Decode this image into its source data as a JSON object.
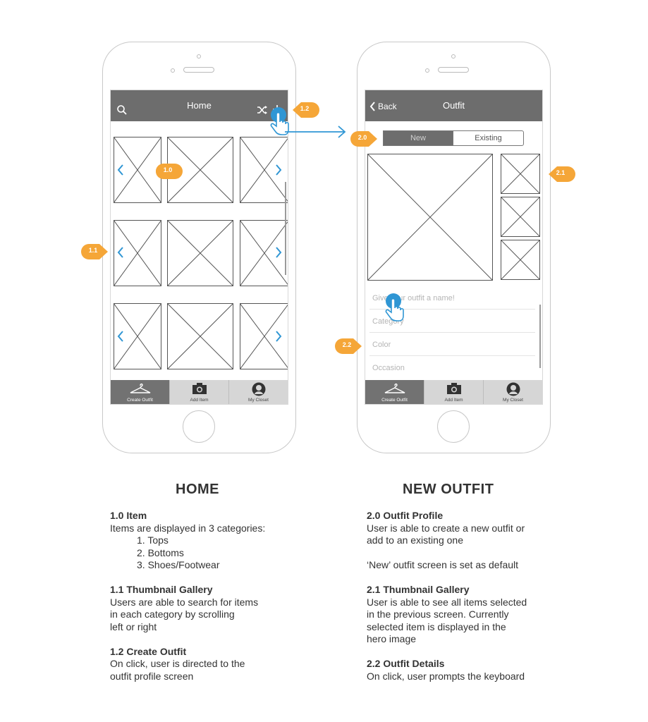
{
  "home_screen": {
    "nav_title": "Home",
    "tabs": [
      "Create Outfit",
      "Add Item",
      "My Closet"
    ]
  },
  "outfit_screen": {
    "back_label": "Back",
    "nav_title": "Outfit",
    "segments": [
      "New",
      "Existing"
    ],
    "fields": [
      "Give your outfit a name!",
      "Category",
      "Color",
      "Occasion"
    ],
    "tabs": [
      "Create Outfit",
      "Add Item",
      "My Closet"
    ]
  },
  "badges": {
    "b_1_0": "1.0",
    "b_1_1": "1.1",
    "b_1_2": "1.2",
    "b_2_0": "2.0",
    "b_2_1": "2.1",
    "b_2_2": "2.2"
  },
  "colors": {
    "badge": "#f5a638",
    "accent": "#2f96d4",
    "navbar": "#6d6d6d"
  },
  "home_desc": {
    "title": "HOME",
    "s1_head": "1.0  Item",
    "s1_text": "Items are displayed in 3 categories:",
    "s1_list": [
      "1.  Tops",
      "2.  Bottoms",
      "3.  Shoes/Footwear"
    ],
    "s2_head": "1.1  Thumbnail Gallery",
    "s2_lines": [
      "Users are able to search for items",
      "in each category by scrolling",
      "left or right"
    ],
    "s3_head": "1.2  Create Outfit",
    "s3_lines": [
      "On click, user is directed to the",
      "outfit profile screen"
    ]
  },
  "outfit_desc": {
    "title": "NEW OUTFIT",
    "s1_head": "2.0  Outfit Profile",
    "s1_lines": [
      "User is able to create a new outfit or",
      "add to an existing one"
    ],
    "s1_note": "‘New’ outfit screen is set as default",
    "s2_head": "2.1  Thumbnail Gallery",
    "s2_lines": [
      "User is able to see all items selected",
      "in the previous screen. Currently",
      "selected item is displayed in the",
      "hero image"
    ],
    "s3_head": "2.2   Outfit Details",
    "s3_lines": [
      "On click, user prompts the keyboard"
    ]
  }
}
